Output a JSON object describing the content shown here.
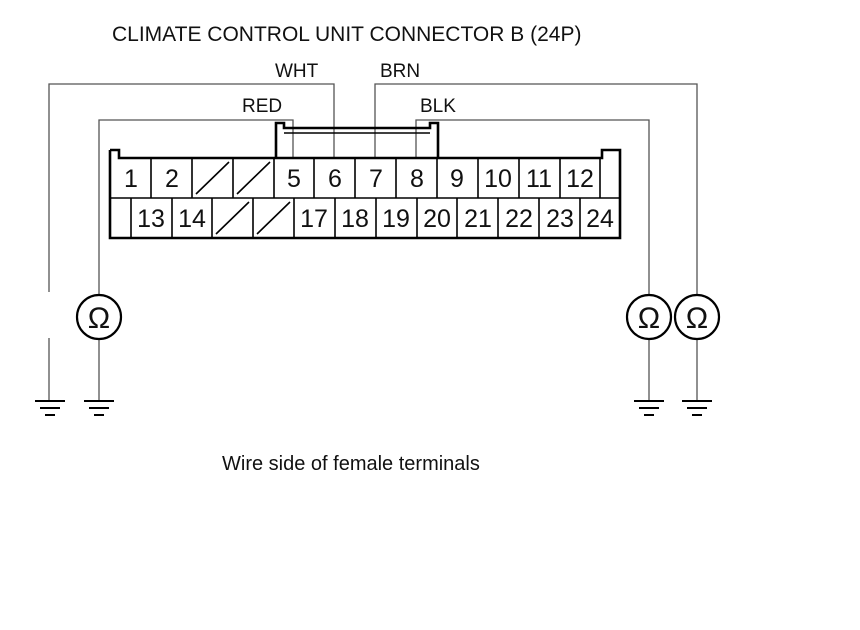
{
  "title": "CLIMATE CONTROL UNIT CONNECTOR B (24P)",
  "wires": {
    "wht": "WHT",
    "brn": "BRN",
    "red": "RED",
    "blk": "BLK"
  },
  "connector": {
    "top_row": [
      "1",
      "2",
      "",
      "",
      "5",
      "6",
      "7",
      "8",
      "9",
      "10",
      "11",
      "12"
    ],
    "bottom_row": [
      "",
      "13",
      "14",
      "",
      "",
      "17",
      "18",
      "19",
      "20",
      "21",
      "22",
      "23",
      "24"
    ]
  },
  "ohm_symbol": "Ω",
  "caption": "Wire side of female terminals"
}
